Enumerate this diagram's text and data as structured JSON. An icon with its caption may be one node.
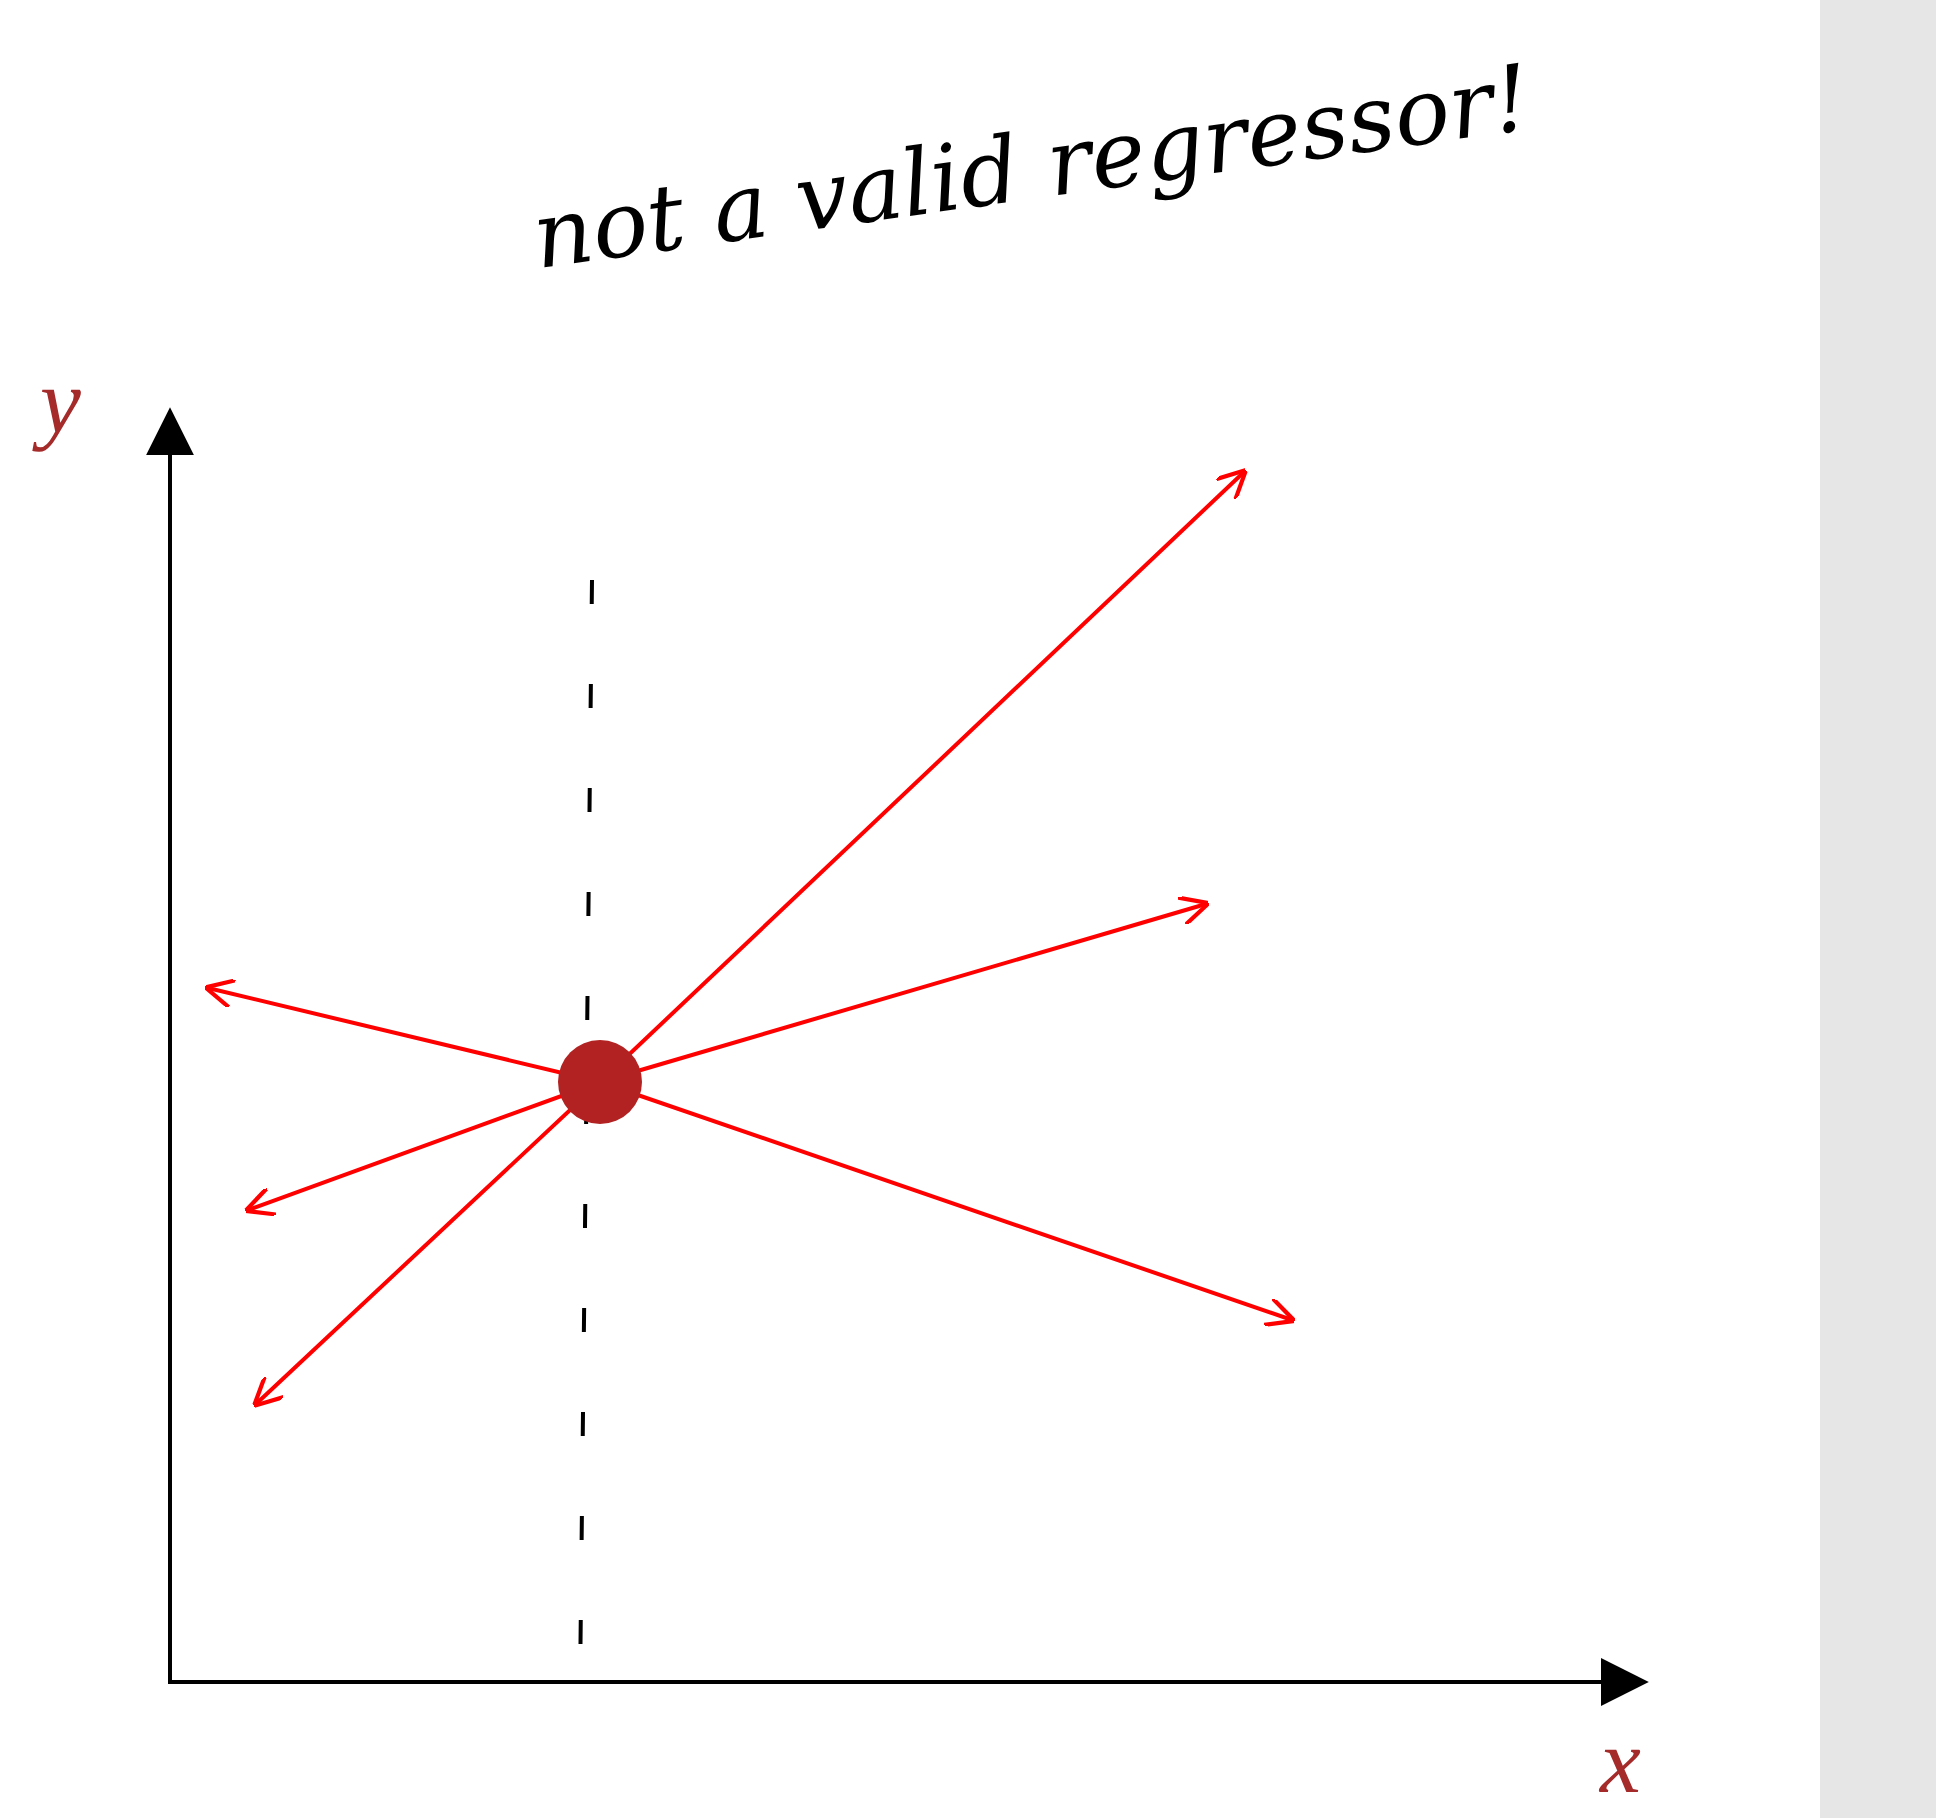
{
  "diagram": {
    "labels": [
      "not a valid regressor!",
      "y",
      "x"
    ]
  }
}
